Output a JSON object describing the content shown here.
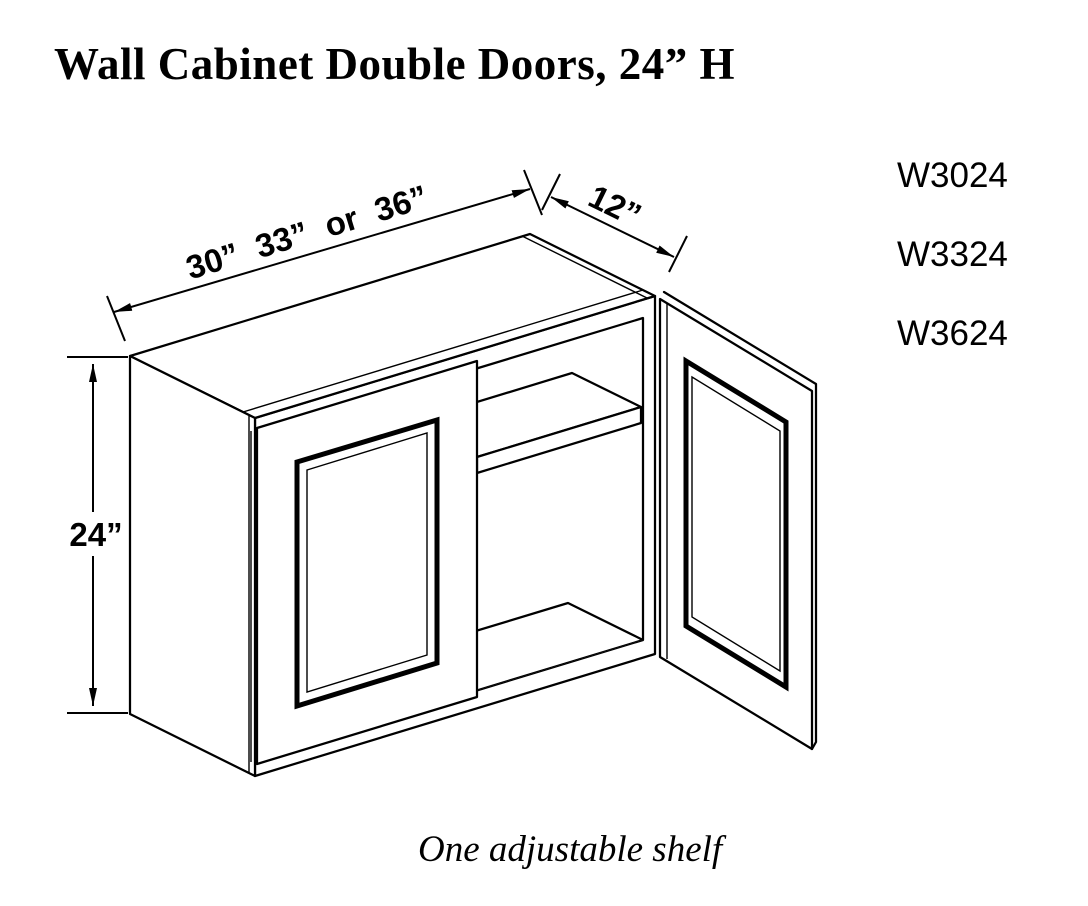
{
  "page": {
    "title": "Wall Cabinet Double Doors, 24” H",
    "caption": "One adjustable shelf"
  },
  "dimensions": {
    "width_label": "30” 33” or 36”",
    "depth_label": "12”",
    "height_label": "24”"
  },
  "models": [
    {
      "code": "W3024"
    },
    {
      "code": "W3324"
    },
    {
      "code": "W3624"
    }
  ],
  "diagram": {
    "subject": "Wall cabinet with two doors, right door open showing one adjustable shelf",
    "line_color": "#000000",
    "background_color": "#ffffff"
  }
}
